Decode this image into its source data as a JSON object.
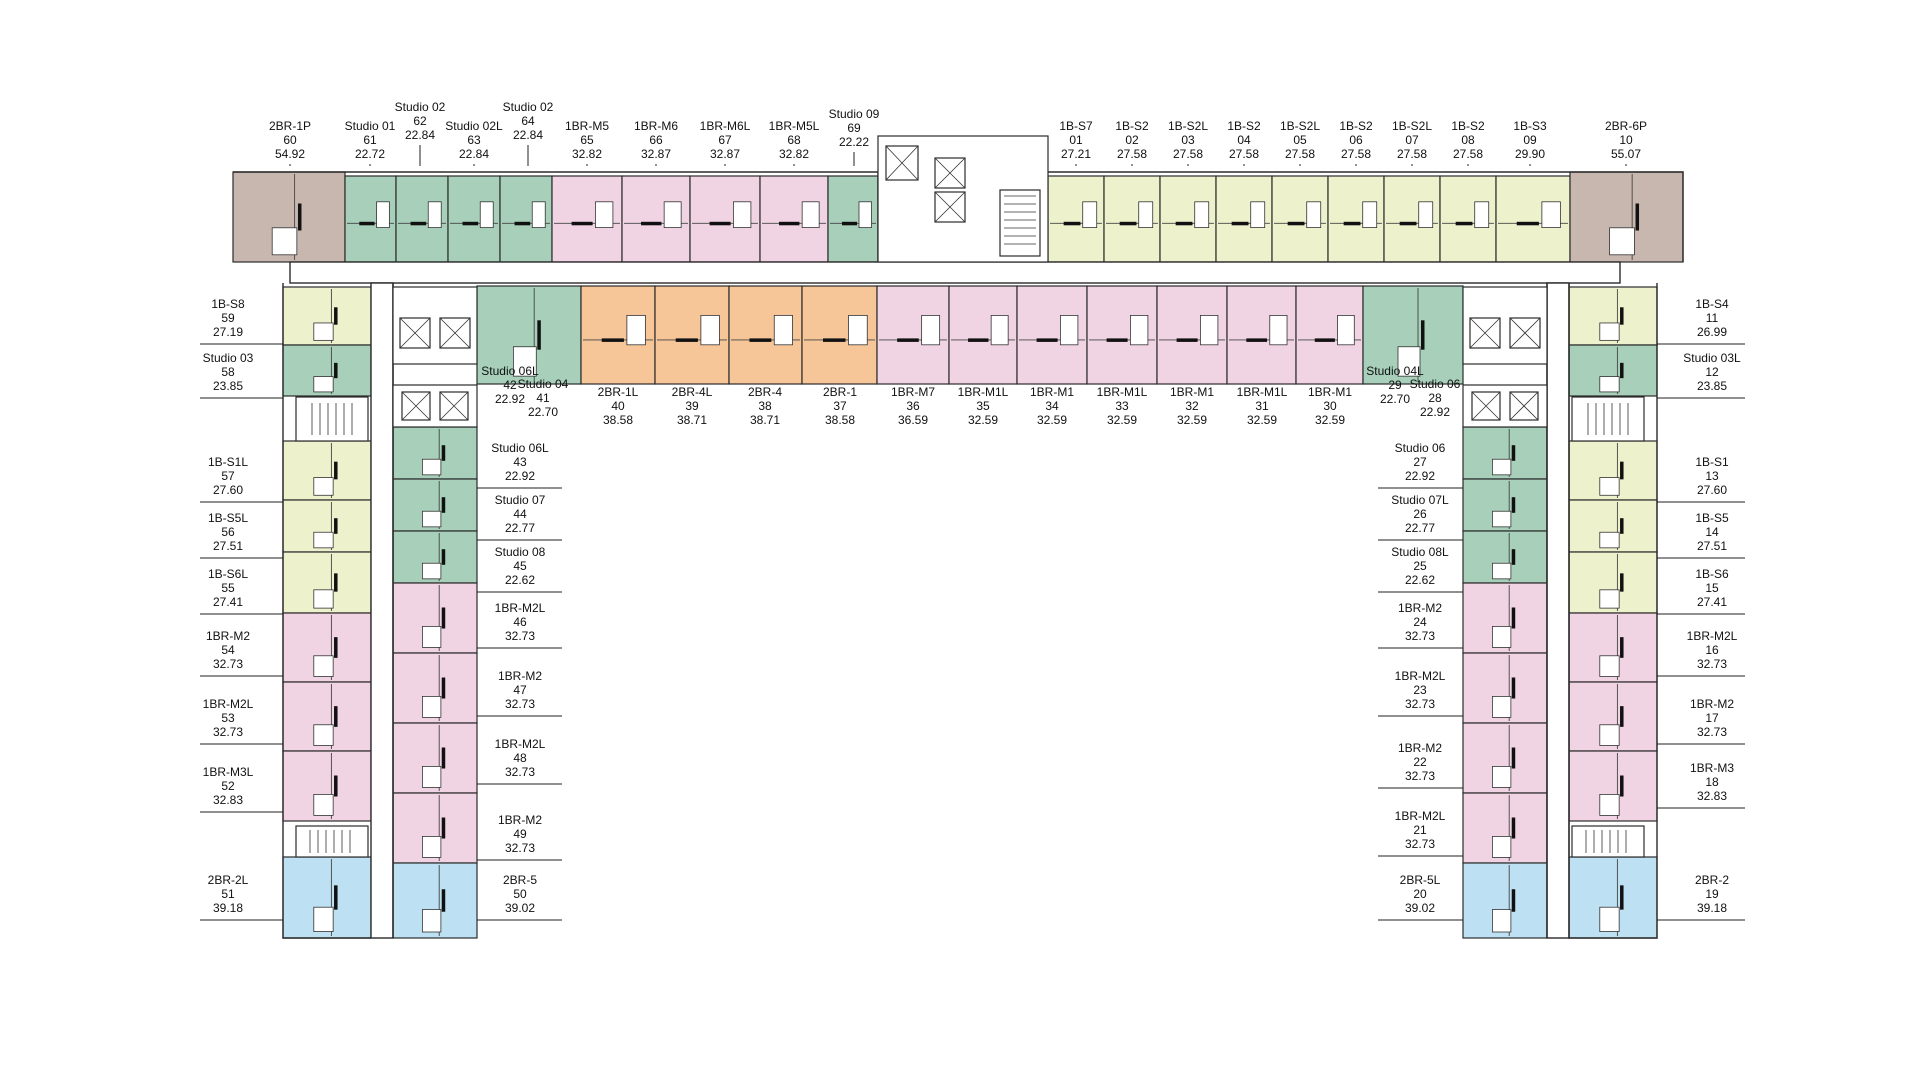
{
  "colors": {
    "2BR-P": "#c8b7ae",
    "studio": "#a7cfb9",
    "1BR-M": "#f1d4e4",
    "1B-S": "#eef2cc",
    "2BR-mid": "#f6c598",
    "2BR-end": "#bde0f2",
    "wall": "#2b2b2b"
  },
  "units": [
    {
      "no": "60",
      "type": "2BR-1P",
      "area": "54.92",
      "color": "2BR-P"
    },
    {
      "no": "61",
      "type": "Studio 01",
      "area": "22.72",
      "color": "studio"
    },
    {
      "no": "62",
      "type": "Studio 02",
      "area": "22.84",
      "color": "studio"
    },
    {
      "no": "63",
      "type": "Studio 02L",
      "area": "22.84",
      "color": "studio"
    },
    {
      "no": "64",
      "type": "Studio 02",
      "area": "22.84",
      "color": "studio"
    },
    {
      "no": "65",
      "type": "1BR-M5",
      "area": "32.82",
      "color": "1BR-M"
    },
    {
      "no": "66",
      "type": "1BR-M6",
      "area": "32.87",
      "color": "1BR-M"
    },
    {
      "no": "67",
      "type": "1BR-M6L",
      "area": "32.87",
      "color": "1BR-M"
    },
    {
      "no": "68",
      "type": "1BR-M5L",
      "area": "32.82",
      "color": "1BR-M"
    },
    {
      "no": "69",
      "type": "Studio 09",
      "area": "22.22",
      "color": "studio"
    },
    {
      "no": "01",
      "type": "1B-S7",
      "area": "27.21",
      "color": "1B-S"
    },
    {
      "no": "02",
      "type": "1B-S2",
      "area": "27.58",
      "color": "1B-S"
    },
    {
      "no": "03",
      "type": "1B-S2L",
      "area": "27.58",
      "color": "1B-S"
    },
    {
      "no": "04",
      "type": "1B-S2",
      "area": "27.58",
      "color": "1B-S"
    },
    {
      "no": "05",
      "type": "1B-S2L",
      "area": "27.58",
      "color": "1B-S"
    },
    {
      "no": "06",
      "type": "1B-S2",
      "area": "27.58",
      "color": "1B-S"
    },
    {
      "no": "07",
      "type": "1B-S2L",
      "area": "27.58",
      "color": "1B-S"
    },
    {
      "no": "08",
      "type": "1B-S2",
      "area": "27.58",
      "color": "1B-S"
    },
    {
      "no": "09",
      "type": "1B-S3",
      "area": "29.90",
      "color": "1B-S"
    },
    {
      "no": "10",
      "type": "2BR-6P",
      "area": "55.07",
      "color": "2BR-P"
    },
    {
      "no": "42",
      "type": "Studio 06L",
      "area": "22.92",
      "color": "studio"
    },
    {
      "no": "41",
      "type": "Studio 04",
      "area": "22.70",
      "color": "studio"
    },
    {
      "no": "40",
      "type": "2BR-1L",
      "area": "38.58",
      "color": "2BR-mid"
    },
    {
      "no": "39",
      "type": "2BR-4L",
      "area": "38.71",
      "color": "2BR-mid"
    },
    {
      "no": "38",
      "type": "2BR-4",
      "area": "38.71",
      "color": "2BR-mid"
    },
    {
      "no": "37",
      "type": "2BR-1",
      "area": "38.58",
      "color": "2BR-mid"
    },
    {
      "no": "36",
      "type": "1BR-M7",
      "area": "36.59",
      "color": "1BR-M"
    },
    {
      "no": "35",
      "type": "1BR-M1L",
      "area": "32.59",
      "color": "1BR-M"
    },
    {
      "no": "34",
      "type": "1BR-M1",
      "area": "32.59",
      "color": "1BR-M"
    },
    {
      "no": "33",
      "type": "1BR-M1L",
      "area": "32.59",
      "color": "1BR-M"
    },
    {
      "no": "32",
      "type": "1BR-M1",
      "area": "32.59",
      "color": "1BR-M"
    },
    {
      "no": "31",
      "type": "1BR-M1L",
      "area": "32.59",
      "color": "1BR-M"
    },
    {
      "no": "30",
      "type": "1BR-M1",
      "area": "32.59",
      "color": "1BR-M"
    },
    {
      "no": "29",
      "type": "Studio 04L",
      "area": "22.70",
      "color": "studio"
    },
    {
      "no": "28",
      "type": "Studio 06",
      "area": "22.92",
      "color": "studio"
    },
    {
      "no": "59",
      "type": "1B-S8",
      "area": "27.19",
      "color": "1B-S"
    },
    {
      "no": "58",
      "type": "Studio 03",
      "area": "23.85",
      "color": "studio"
    },
    {
      "no": "57",
      "type": "1B-S1L",
      "area": "27.60",
      "color": "1B-S"
    },
    {
      "no": "56",
      "type": "1B-S5L",
      "area": "27.51",
      "color": "1B-S"
    },
    {
      "no": "55",
      "type": "1B-S6L",
      "area": "27.41",
      "color": "1B-S"
    },
    {
      "no": "54",
      "type": "1BR-M2",
      "area": "32.73",
      "color": "1BR-M"
    },
    {
      "no": "53",
      "type": "1BR-M2L",
      "area": "32.73",
      "color": "1BR-M"
    },
    {
      "no": "52",
      "type": "1BR-M3L",
      "area": "32.83",
      "color": "1BR-M"
    },
    {
      "no": "51",
      "type": "2BR-2L",
      "area": "39.18",
      "color": "2BR-end"
    },
    {
      "no": "43",
      "type": "Studio 06L",
      "area": "22.92",
      "color": "studio"
    },
    {
      "no": "44",
      "type": "Studio 07",
      "area": "22.77",
      "color": "studio"
    },
    {
      "no": "45",
      "type": "Studio 08",
      "area": "22.62",
      "color": "studio"
    },
    {
      "no": "46",
      "type": "1BR-M2L",
      "area": "32.73",
      "color": "1BR-M"
    },
    {
      "no": "47",
      "type": "1BR-M2",
      "area": "32.73",
      "color": "1BR-M"
    },
    {
      "no": "48",
      "type": "1BR-M2L",
      "area": "32.73",
      "color": "1BR-M"
    },
    {
      "no": "49",
      "type": "1BR-M2",
      "area": "32.73",
      "color": "1BR-M"
    },
    {
      "no": "50",
      "type": "2BR-5",
      "area": "39.02",
      "color": "2BR-end"
    },
    {
      "no": "27",
      "type": "Studio 06",
      "area": "22.92",
      "color": "studio"
    },
    {
      "no": "26",
      "type": "Studio 07L",
      "area": "22.77",
      "color": "studio"
    },
    {
      "no": "25",
      "type": "Studio 08L",
      "area": "22.62",
      "color": "studio"
    },
    {
      "no": "24",
      "type": "1BR-M2",
      "area": "32.73",
      "color": "1BR-M"
    },
    {
      "no": "23",
      "type": "1BR-M2L",
      "area": "32.73",
      "color": "1BR-M"
    },
    {
      "no": "22",
      "type": "1BR-M2",
      "area": "32.73",
      "color": "1BR-M"
    },
    {
      "no": "21",
      "type": "1BR-M2L",
      "area": "32.73",
      "color": "1BR-M"
    },
    {
      "no": "20",
      "type": "2BR-5L",
      "area": "39.02",
      "color": "2BR-end"
    },
    {
      "no": "11",
      "type": "1B-S4",
      "area": "26.99",
      "color": "1B-S"
    },
    {
      "no": "12",
      "type": "Studio 03L",
      "area": "23.85",
      "color": "studio"
    },
    {
      "no": "13",
      "type": "1B-S1",
      "area": "27.60",
      "color": "1B-S"
    },
    {
      "no": "14",
      "type": "1B-S5",
      "area": "27.51",
      "color": "1B-S"
    },
    {
      "no": "15",
      "type": "1B-S6",
      "area": "27.41",
      "color": "1B-S"
    },
    {
      "no": "16",
      "type": "1BR-M2L",
      "area": "32.73",
      "color": "1BR-M"
    },
    {
      "no": "17",
      "type": "1BR-M2",
      "area": "32.73",
      "color": "1BR-M"
    },
    {
      "no": "18",
      "type": "1BR-M3",
      "area": "32.83",
      "color": "1BR-M"
    },
    {
      "no": "19",
      "type": "2BR-2",
      "area": "39.18",
      "color": "2BR-end"
    }
  ],
  "icons": [
    "stair-icon",
    "lift-icon",
    "toilet-icon",
    "door-icon"
  ]
}
